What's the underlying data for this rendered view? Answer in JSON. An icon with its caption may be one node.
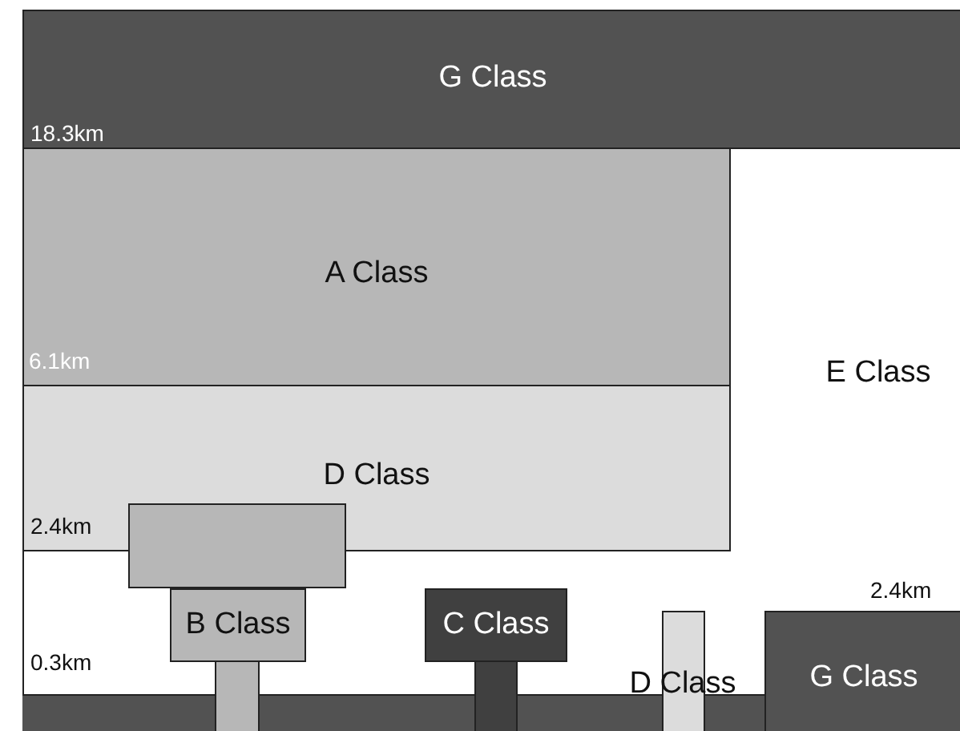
{
  "diagram": {
    "nodes": [
      {
        "text": [
          "G Class"
        ]
      },
      {
        "text": [
          "A Class"
        ]
      },
      {
        "text": [
          "D Class"
        ]
      },
      {
        "text": [
          "E Class"
        ]
      },
      {
        "text": [],
        "shape": "box"
      },
      {
        "text": [
          "B Class"
        ]
      },
      {
        "text": [
          "C Class"
        ]
      },
      {
        "text": [
          "D Class"
        ]
      },
      {
        "text": [
          "G Class"
        ],
        "beside": [
          "2.4km"
        ]
      },
      {
        "text": [],
        "shape": "bar"
      },
      {
        "text": [],
        "shape": "bar"
      },
      {
        "text": [],
        "shape": "bar"
      }
    ],
    "labels": [
      "18.3km",
      "6.1km",
      "2.4km",
      "0.3km"
    ]
  }
}
